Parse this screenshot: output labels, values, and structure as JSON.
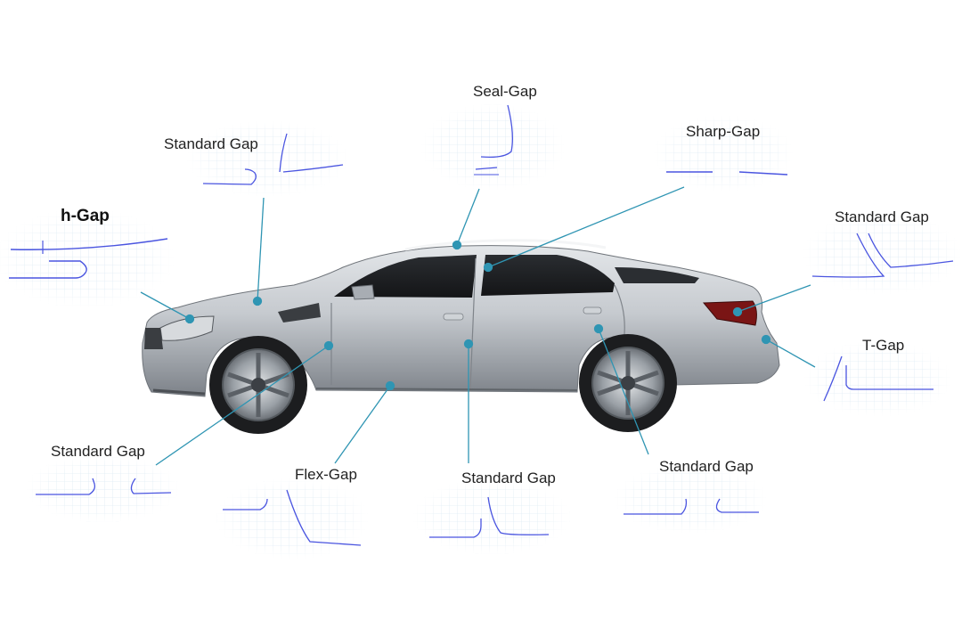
{
  "accent_color": "#2f95b3",
  "profile_color": "#4a55e0",
  "car_color": "#b9bdc2",
  "labels": {
    "h_gap": "h-Gap",
    "standard_gap_hood": "Standard Gap",
    "seal_gap": "Seal-Gap",
    "sharp_gap": "Sharp-Gap",
    "standard_gap_trunk": "Standard Gap",
    "t_gap": "T-Gap",
    "standard_gap_front_fender": "Standard Gap",
    "flex_gap": "Flex-Gap",
    "standard_gap_doors": "Standard Gap",
    "standard_gap_rear": "Standard Gap"
  }
}
